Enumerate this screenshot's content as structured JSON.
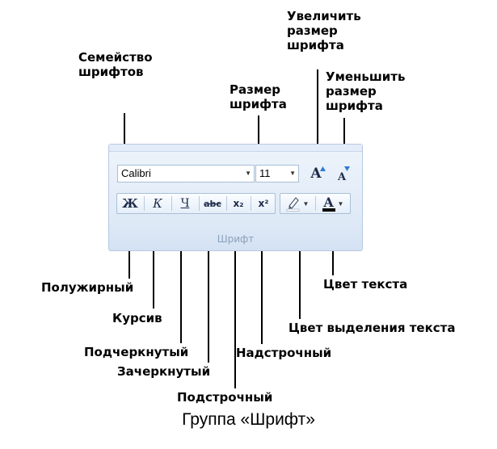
{
  "callouts": {
    "font_family": "Семейство\nшрифтов",
    "font_size": "Размер\nшрифта",
    "grow_font": "Увеличить\nразмер\nшрифта",
    "shrink_font": "Уменьшить\nразмер\nшрифта",
    "bold": "Полужирный",
    "italic": "Курсив",
    "underline": "Подчеркнутый",
    "strikethrough": "Зачеркнутый",
    "subscript": "Подстрочный",
    "superscript": "Надстрочный",
    "text_color": "Цвет текста",
    "highlight_color": "Цвет выделения текста"
  },
  "ribbon": {
    "font_name": "Calibri",
    "font_size": "11",
    "group_label": "Шрифт",
    "bold_glyph": "Ж",
    "italic_glyph": "К",
    "underline_glyph": "Ч",
    "strike_glyph": "abc",
    "subscript_glyph": "x₂",
    "superscript_glyph": "x²",
    "grow_glyph": "A",
    "shrink_glyph": "A",
    "color_glyph": "A"
  },
  "caption": "Группа «Шрифт»",
  "colors": {
    "text_color_bar": "#000000",
    "highlight_bar": "#ffffff",
    "arrow_blue": "#2f78d6"
  }
}
